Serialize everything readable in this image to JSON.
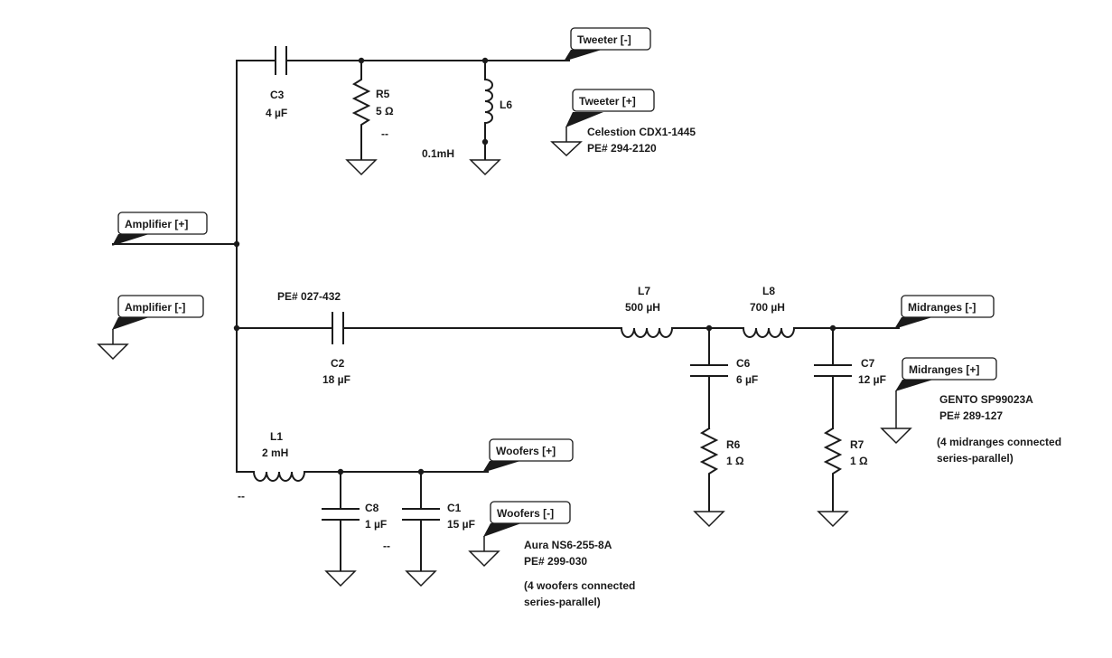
{
  "ports": {
    "tweeter_neg": "Tweeter [-]",
    "tweeter_pos": "Tweeter [+]",
    "amp_pos": "Amplifier [+]",
    "amp_neg": "Amplifier [-]",
    "mid_neg": "Midranges [-]",
    "mid_pos": "Midranges [+]",
    "woof_pos": "Woofers [+]",
    "woof_neg": "Woofers [-]"
  },
  "components": {
    "c3": {
      "name": "C3",
      "value": "4 µF"
    },
    "r5": {
      "name": "R5",
      "value": "5 Ω",
      "note": "--"
    },
    "l6": {
      "name": "L6",
      "value": "0.1mH"
    },
    "c2": {
      "name": "C2",
      "value": "18 µF",
      "part": "PE# 027-432"
    },
    "l7": {
      "name": "L7",
      "value": "500 µH"
    },
    "l8": {
      "name": "L8",
      "value": "700 µH"
    },
    "c6": {
      "name": "C6",
      "value": "6 µF"
    },
    "c7": {
      "name": "C7",
      "value": "12 µF"
    },
    "r6": {
      "name": "R6",
      "value": "1 Ω"
    },
    "r7": {
      "name": "R7",
      "value": "1 Ω"
    },
    "l1": {
      "name": "L1",
      "value": "2 mH",
      "note": "--"
    },
    "c8": {
      "name": "C8",
      "value": "1 µF",
      "note": "--"
    },
    "c1": {
      "name": "C1",
      "value": "15 µF"
    }
  },
  "drivers": {
    "tweeter": {
      "model": "Celestion CDX1-1445",
      "part": "PE# 294-2120"
    },
    "midrange": {
      "model": "GENTO SP99023A",
      "part": "PE# 289-127",
      "note1": "(4 midranges connected",
      "note2": "series-parallel)"
    },
    "woofer": {
      "model": "Aura NS6-255-8A",
      "part": "PE# 299-030",
      "note1": "(4 woofers connected",
      "note2": "series-parallel)"
    }
  }
}
